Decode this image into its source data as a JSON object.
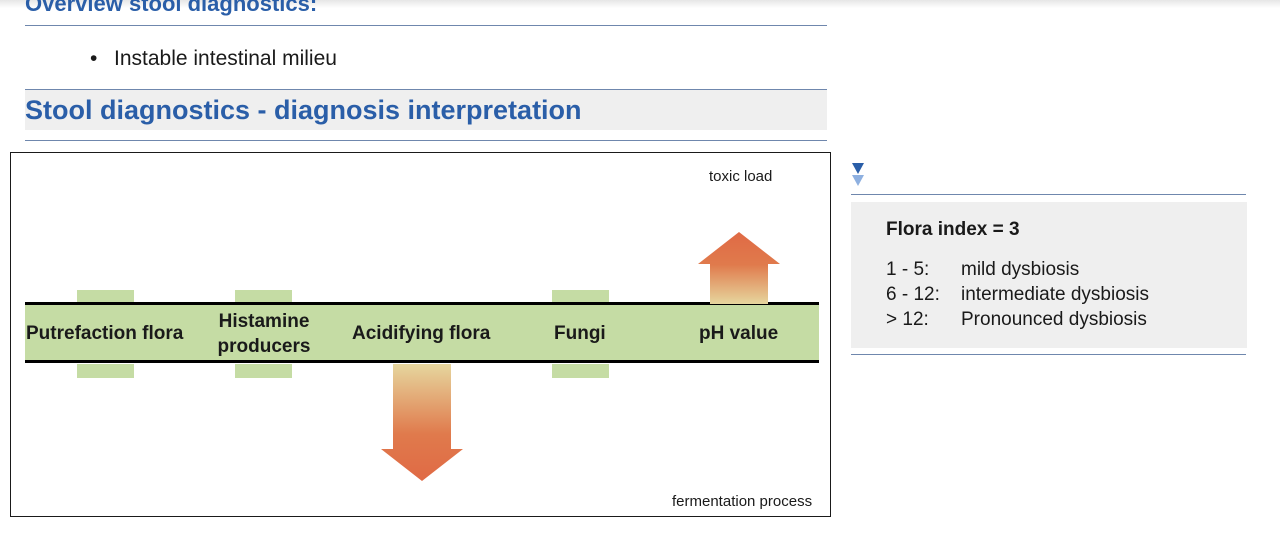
{
  "header": {
    "top_heading": "Overview stool diagnostics:",
    "bullet": "Instable intestinal milieu",
    "main_heading": "Stool diagnostics - diagnosis interpretation"
  },
  "diagram": {
    "flora_labels": [
      "Putrefaction flora",
      "Histamine producers",
      "Acidifying flora",
      "Fungi",
      "pH value"
    ],
    "toxic_load_label": "toxic load",
    "fermentation_label": "fermentation process",
    "colors": {
      "band": "#c5dca4",
      "arrow_top": "#e06a45",
      "arrow_fade": "#e6d69e"
    }
  },
  "flora_index": {
    "title": "Flora index = 3",
    "legend": [
      {
        "range": "1 - 5:",
        "meaning": "mild dysbiosis"
      },
      {
        "range": "6 - 12:",
        "meaning": "intermediate dysbiosis"
      },
      {
        "range": "> 12:",
        "meaning": "Pronounced dysbiosis"
      }
    ]
  },
  "accent_color": "#2a5ea8"
}
